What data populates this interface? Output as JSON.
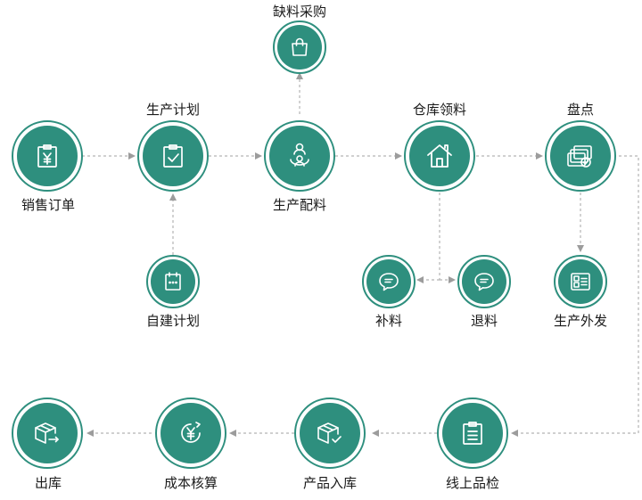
{
  "colors": {
    "accent": "#2e8f7e",
    "connector": "#9c9c9c",
    "text": "#1a1a1a"
  },
  "nodes": {
    "shortage_purchase": {
      "label": "缺料采购",
      "icon": "shopping-bag-icon"
    },
    "production_plan": {
      "label": "生产计划",
      "icon": "clipboard-check-icon"
    },
    "sales_order": {
      "label": "销售订单",
      "icon": "clipboard-yen-icon"
    },
    "production_material": {
      "label": "生产配料",
      "icon": "people-icon"
    },
    "warehouse_pick": {
      "label": "仓库领料",
      "icon": "house-icon"
    },
    "inventory_check": {
      "label": "盘点",
      "icon": "cards-check-icon"
    },
    "self_plan": {
      "label": "自建计划",
      "icon": "calendar-icon"
    },
    "replenish": {
      "label": "补料",
      "icon": "chat-bubble-icon"
    },
    "return_material": {
      "label": "退料",
      "icon": "chat-bubble-icon"
    },
    "outsource": {
      "label": "生产外发",
      "icon": "list-icon"
    },
    "outbound": {
      "label": "出库",
      "icon": "box-arrow-icon"
    },
    "cost_accounting": {
      "label": "成本核算",
      "icon": "yen-circle-icon"
    },
    "product_inbound": {
      "label": "产品入库",
      "icon": "box-check-icon"
    },
    "online_qc": {
      "label": "线上品检",
      "icon": "clipboard-list-icon"
    }
  }
}
